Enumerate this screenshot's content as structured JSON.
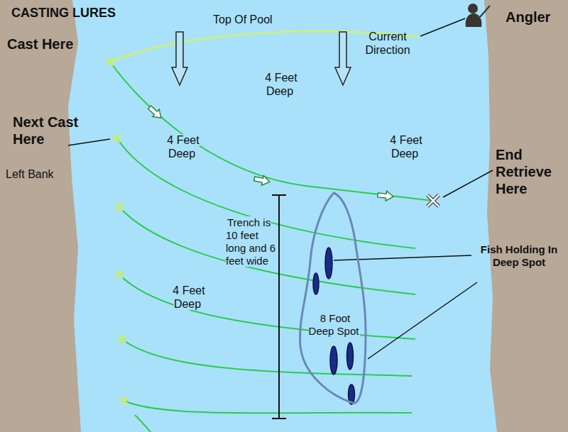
{
  "diagram": {
    "title": "CASTING LURES",
    "nodes": [
      {
        "text": [
          "8 Foot Deep Spot"
        ]
      }
    ],
    "labels": [
      "Angler",
      "Top Of Pool",
      "Current Direction",
      "Cast Here",
      "Next Cast Here",
      "4 Feet Deep",
      "4 Feet Deep",
      "4 Feet Deep",
      "Left Bank",
      "End Retrieve Here",
      "Trench is 10 feet long and 6 feet wide",
      "Fish Holding In Deep Spot",
      "4 Feet Deep"
    ]
  }
}
